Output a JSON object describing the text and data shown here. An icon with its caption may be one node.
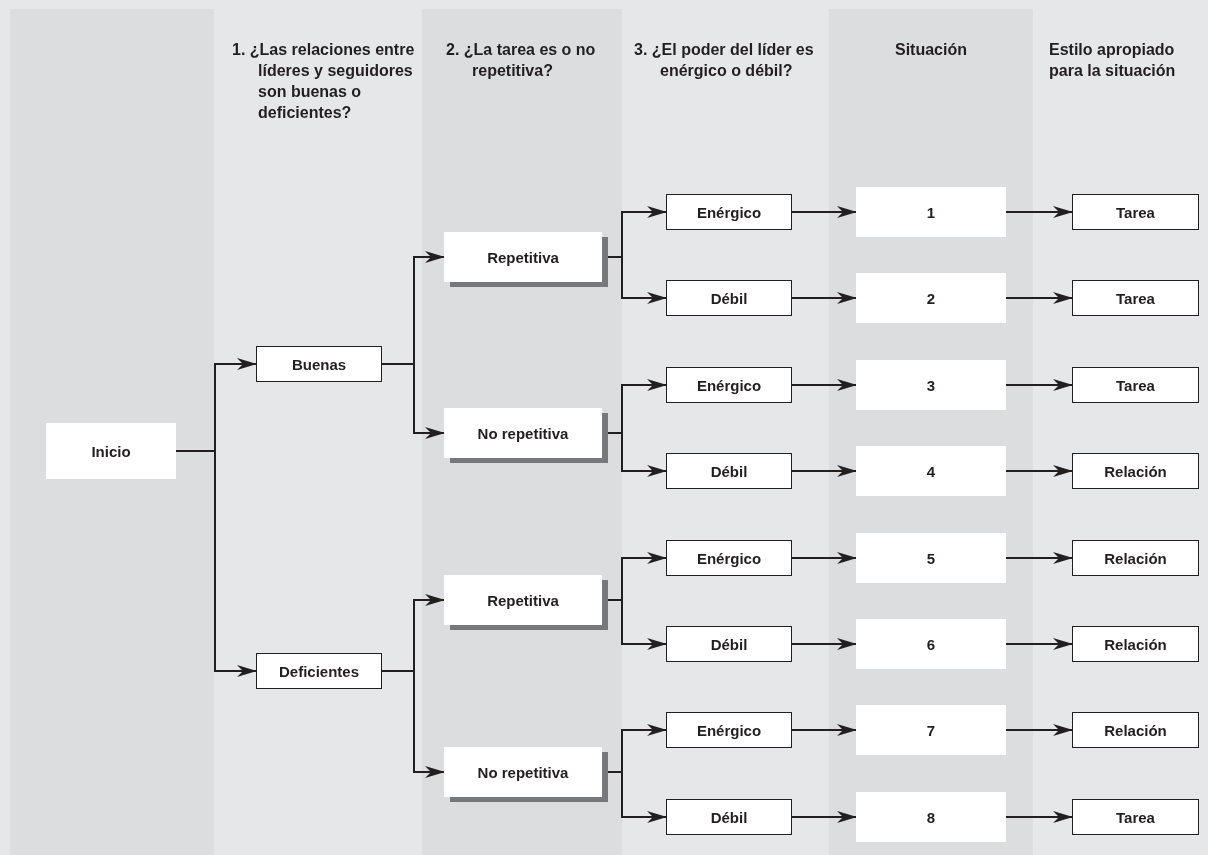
{
  "diagram": {
    "nodes": [
      {
        "text": [
          "Inicio"
        ]
      },
      {
        "text": [
          "Buenas"
        ]
      },
      {
        "text": [
          "Deficientes"
        ]
      },
      {
        "text": [
          "Repetitiva"
        ]
      },
      {
        "text": [
          "No repetitiva"
        ]
      },
      {
        "text": [
          "Repetitiva"
        ]
      },
      {
        "text": [
          "No repetitiva"
        ]
      },
      {
        "text": [
          "Enérgico"
        ]
      },
      {
        "text": [
          "Débil"
        ]
      },
      {
        "text": [
          "Enérgico"
        ]
      },
      {
        "text": [
          "Débil"
        ]
      },
      {
        "text": [
          "Enérgico"
        ]
      },
      {
        "text": [
          "Débil"
        ]
      },
      {
        "text": [
          "Enérgico"
        ]
      },
      {
        "text": [
          "Débil"
        ]
      },
      {
        "text": [
          "1"
        ]
      },
      {
        "text": [
          "2"
        ]
      },
      {
        "text": [
          "3"
        ]
      },
      {
        "text": [
          "4"
        ]
      },
      {
        "text": [
          "5"
        ]
      },
      {
        "text": [
          "6"
        ]
      },
      {
        "text": [
          "7"
        ]
      },
      {
        "text": [
          "8"
        ]
      },
      {
        "text": [
          "Tarea"
        ]
      },
      {
        "text": [
          "Tarea"
        ]
      },
      {
        "text": [
          "Tarea"
        ]
      },
      {
        "text": [
          "Relación"
        ]
      },
      {
        "text": [
          "Relación"
        ]
      },
      {
        "text": [
          "Relación"
        ]
      },
      {
        "text": [
          "Relación"
        ]
      },
      {
        "text": [
          "Tarea"
        ]
      }
    ],
    "edges": [
      {
        "from": 0,
        "to": 1,
        "arrow": "to"
      },
      {
        "from": 0,
        "to": 2,
        "arrow": "to"
      },
      {
        "from": 1,
        "to": 3,
        "arrow": "to"
      },
      {
        "from": 1,
        "to": 4,
        "arrow": "to"
      },
      {
        "from": 2,
        "to": 5,
        "arrow": "to"
      },
      {
        "from": 2,
        "to": 6,
        "arrow": "to"
      },
      {
        "from": 3,
        "to": 7,
        "arrow": "to"
      },
      {
        "from": 3,
        "to": 8,
        "arrow": "to"
      },
      {
        "from": 4,
        "to": 9,
        "arrow": "to"
      },
      {
        "from": 4,
        "to": 10,
        "arrow": "to"
      },
      {
        "from": 5,
        "to": 11,
        "arrow": "to"
      },
      {
        "from": 5,
        "to": 12,
        "arrow": "to"
      },
      {
        "from": 6,
        "to": 13,
        "arrow": "to"
      },
      {
        "from": 6,
        "to": 14,
        "arrow": "to"
      },
      {
        "from": 7,
        "to": 15,
        "arrow": "to"
      },
      {
        "from": 8,
        "to": 16,
        "arrow": "to"
      },
      {
        "from": 9,
        "to": 17,
        "arrow": "to"
      },
      {
        "from": 10,
        "to": 18,
        "arrow": "to"
      },
      {
        "from": 11,
        "to": 19,
        "arrow": "to"
      },
      {
        "from": 12,
        "to": 20,
        "arrow": "to"
      },
      {
        "from": 13,
        "to": 21,
        "arrow": "to"
      },
      {
        "from": 14,
        "to": 22,
        "arrow": "to"
      },
      {
        "from": 15,
        "to": 23,
        "arrow": "to"
      },
      {
        "from": 16,
        "to": 24,
        "arrow": "to"
      },
      {
        "from": 17,
        "to": 25,
        "arrow": "to"
      },
      {
        "from": 18,
        "to": 26,
        "arrow": "to"
      },
      {
        "from": 19,
        "to": 27,
        "arrow": "to"
      },
      {
        "from": 20,
        "to": 28,
        "arrow": "to"
      },
      {
        "from": 21,
        "to": 29,
        "arrow": "to"
      },
      {
        "from": 22,
        "to": 30,
        "arrow": "to"
      }
    ],
    "labels": [
      "1. ¿Las relaciones entre líderes y seguidores son buenas o deficientes?",
      "2. ¿La tarea es o no repetitiva?",
      "3. ¿El poder del líder es enérgico o débil?",
      "Situación",
      "Estilo apropiado para la situación"
    ]
  }
}
